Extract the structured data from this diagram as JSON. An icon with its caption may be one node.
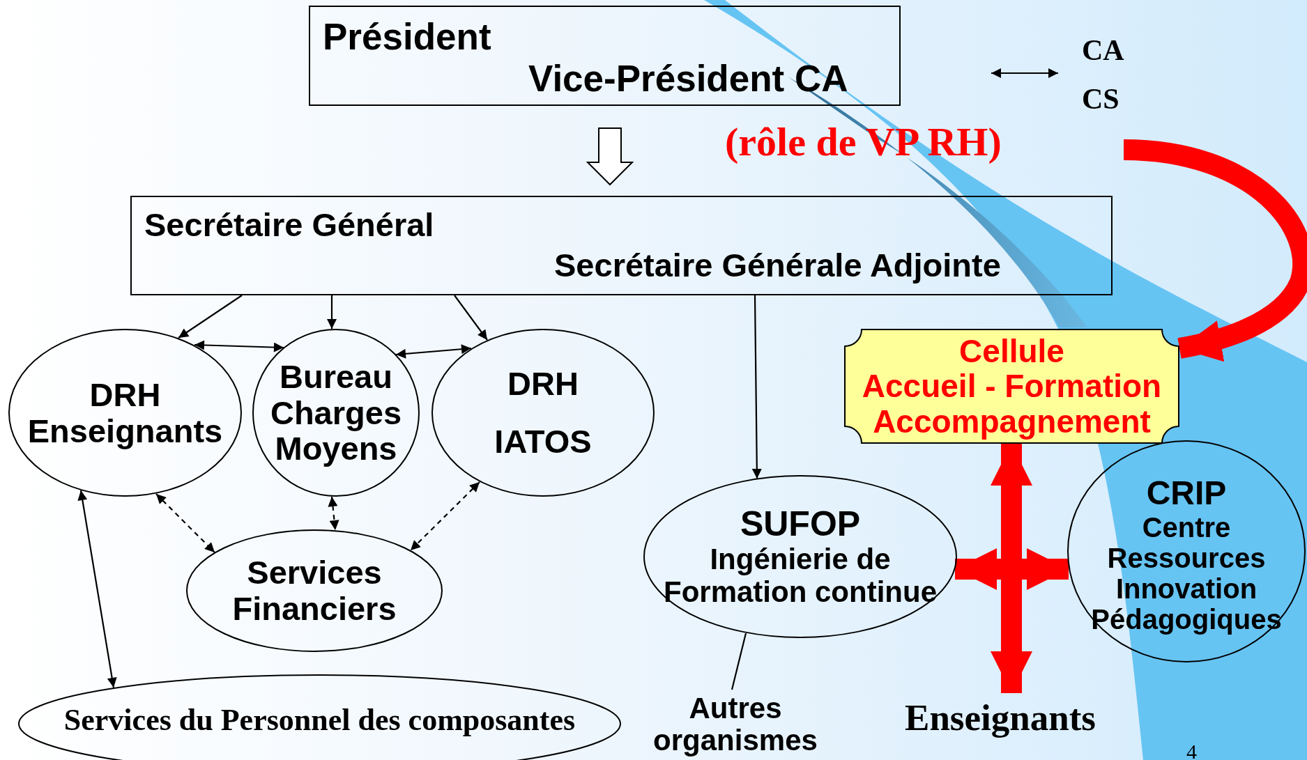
{
  "diagram": {
    "nodes": [
      {
        "text": [
          "Président",
          "Vice-Président CA"
        ]
      },
      {
        "text": [
          "CA",
          "CS"
        ]
      },
      {
        "text": [
          "Secrétaire Général",
          "Secrétaire Générale Adjointe"
        ]
      },
      {
        "text": [
          "DRH Enseignants"
        ]
      },
      {
        "text": [
          "Bureau Charges Moyens"
        ]
      },
      {
        "text": [
          "DRH IATOS"
        ]
      },
      {
        "text": [
          "Services Financiers"
        ]
      },
      {
        "text": [
          "Services du Personnel des composantes"
        ]
      },
      {
        "text": [
          "Cellule",
          "Accueil - Formation Accompagnement"
        ]
      },
      {
        "text": [
          "SUFOP",
          "Ingénierie de Formation continue"
        ]
      },
      {
        "text": [
          "CRIP",
          "Centre Ressources Innovation Pédagogiques"
        ]
      },
      {
        "text": [
          "Autres organismes"
        ]
      },
      {
        "text": [
          "Enseignants"
        ]
      }
    ],
    "edges": [
      {
        "from": null,
        "to": 1,
        "arrow": "both"
      },
      {
        "from": 0,
        "to": 2,
        "arrow": "to",
        "style": "thick"
      },
      {
        "from": 2,
        "to": 3,
        "arrow": "to"
      },
      {
        "from": 2,
        "to": 4,
        "arrow": "to"
      },
      {
        "from": 2,
        "to": 5,
        "arrow": "to"
      },
      {
        "from": 3,
        "to": 4,
        "arrow": "both"
      },
      {
        "from": 4,
        "to": 5,
        "arrow": "both"
      },
      {
        "from": 3,
        "to": 6,
        "arrow": "both",
        "style": "dashed"
      },
      {
        "from": 4,
        "to": 6,
        "arrow": "both",
        "style": "dashed"
      },
      {
        "from": 5,
        "to": 6,
        "arrow": "both",
        "style": "dashed"
      },
      {
        "from": 3,
        "to": 7,
        "arrow": "both"
      },
      {
        "from": 2,
        "to": 9,
        "arrow": "to"
      },
      {
        "from": 9,
        "to": 11,
        "arrow": "none"
      },
      {
        "from": null,
        "to": 8,
        "arrow": "to",
        "style": "thick",
        "color": "#ff0000"
      },
      {
        "from": 8,
        "to": 12,
        "arrow": "both",
        "style": "thick",
        "color": "#ff0000"
      },
      {
        "from": 9,
        "to": 10,
        "arrow": "both",
        "style": "thick",
        "color": "#ff0000"
      }
    ],
    "labels": [
      "(rôle de VP RH)",
      "4"
    ]
  }
}
